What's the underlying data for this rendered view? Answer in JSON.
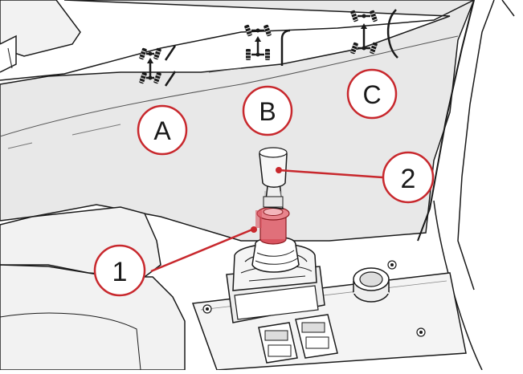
{
  "callouts": {
    "joystick_collar": "1",
    "joystick_grip": "2"
  },
  "steering_modes": {
    "mode_a": "A",
    "mode_b": "B",
    "mode_c": "C"
  },
  "colors": {
    "callout_ring": "#c8282d",
    "highlight": "#e0707a",
    "cab_floor": "#e8e8e8",
    "panel": "#f4f4f4",
    "outline": "#1a1a1a"
  },
  "icons": {
    "mode_a_icon": "crab-steer-icon",
    "mode_b_icon": "two-wheel-steer-icon",
    "mode_c_icon": "four-wheel-steer-icon"
  }
}
